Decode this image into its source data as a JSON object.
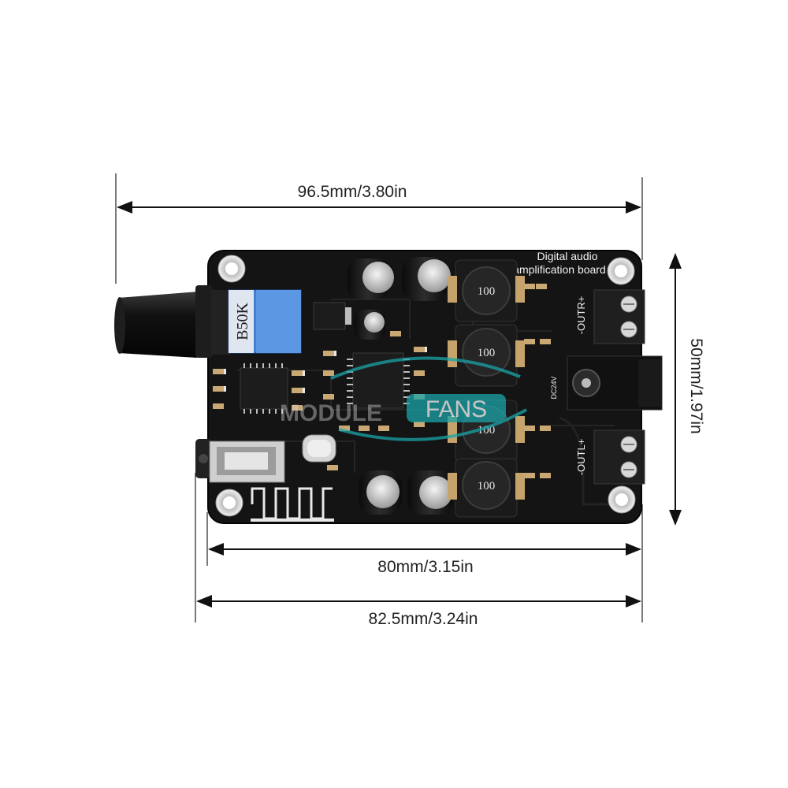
{
  "dimensions": {
    "top_width": "96.5mm/3.80in",
    "right_height": "50mm/1.97in",
    "hole_spacing": "80mm/3.15in",
    "board_width": "82.5mm/3.24in"
  },
  "board": {
    "title_line1": "Digital audio",
    "title_line2": "amplification board",
    "pot_label": "B50K",
    "inductor_marking": "100",
    "out_right_label": "-OUTR+",
    "out_left_label": "-OUTL+",
    "dc_label": "DC24V",
    "pcb_color": "#141414"
  },
  "watermark": {
    "prefix": "MODULE",
    "badge": "FANS",
    "badge_color": "#1aa3a8"
  }
}
